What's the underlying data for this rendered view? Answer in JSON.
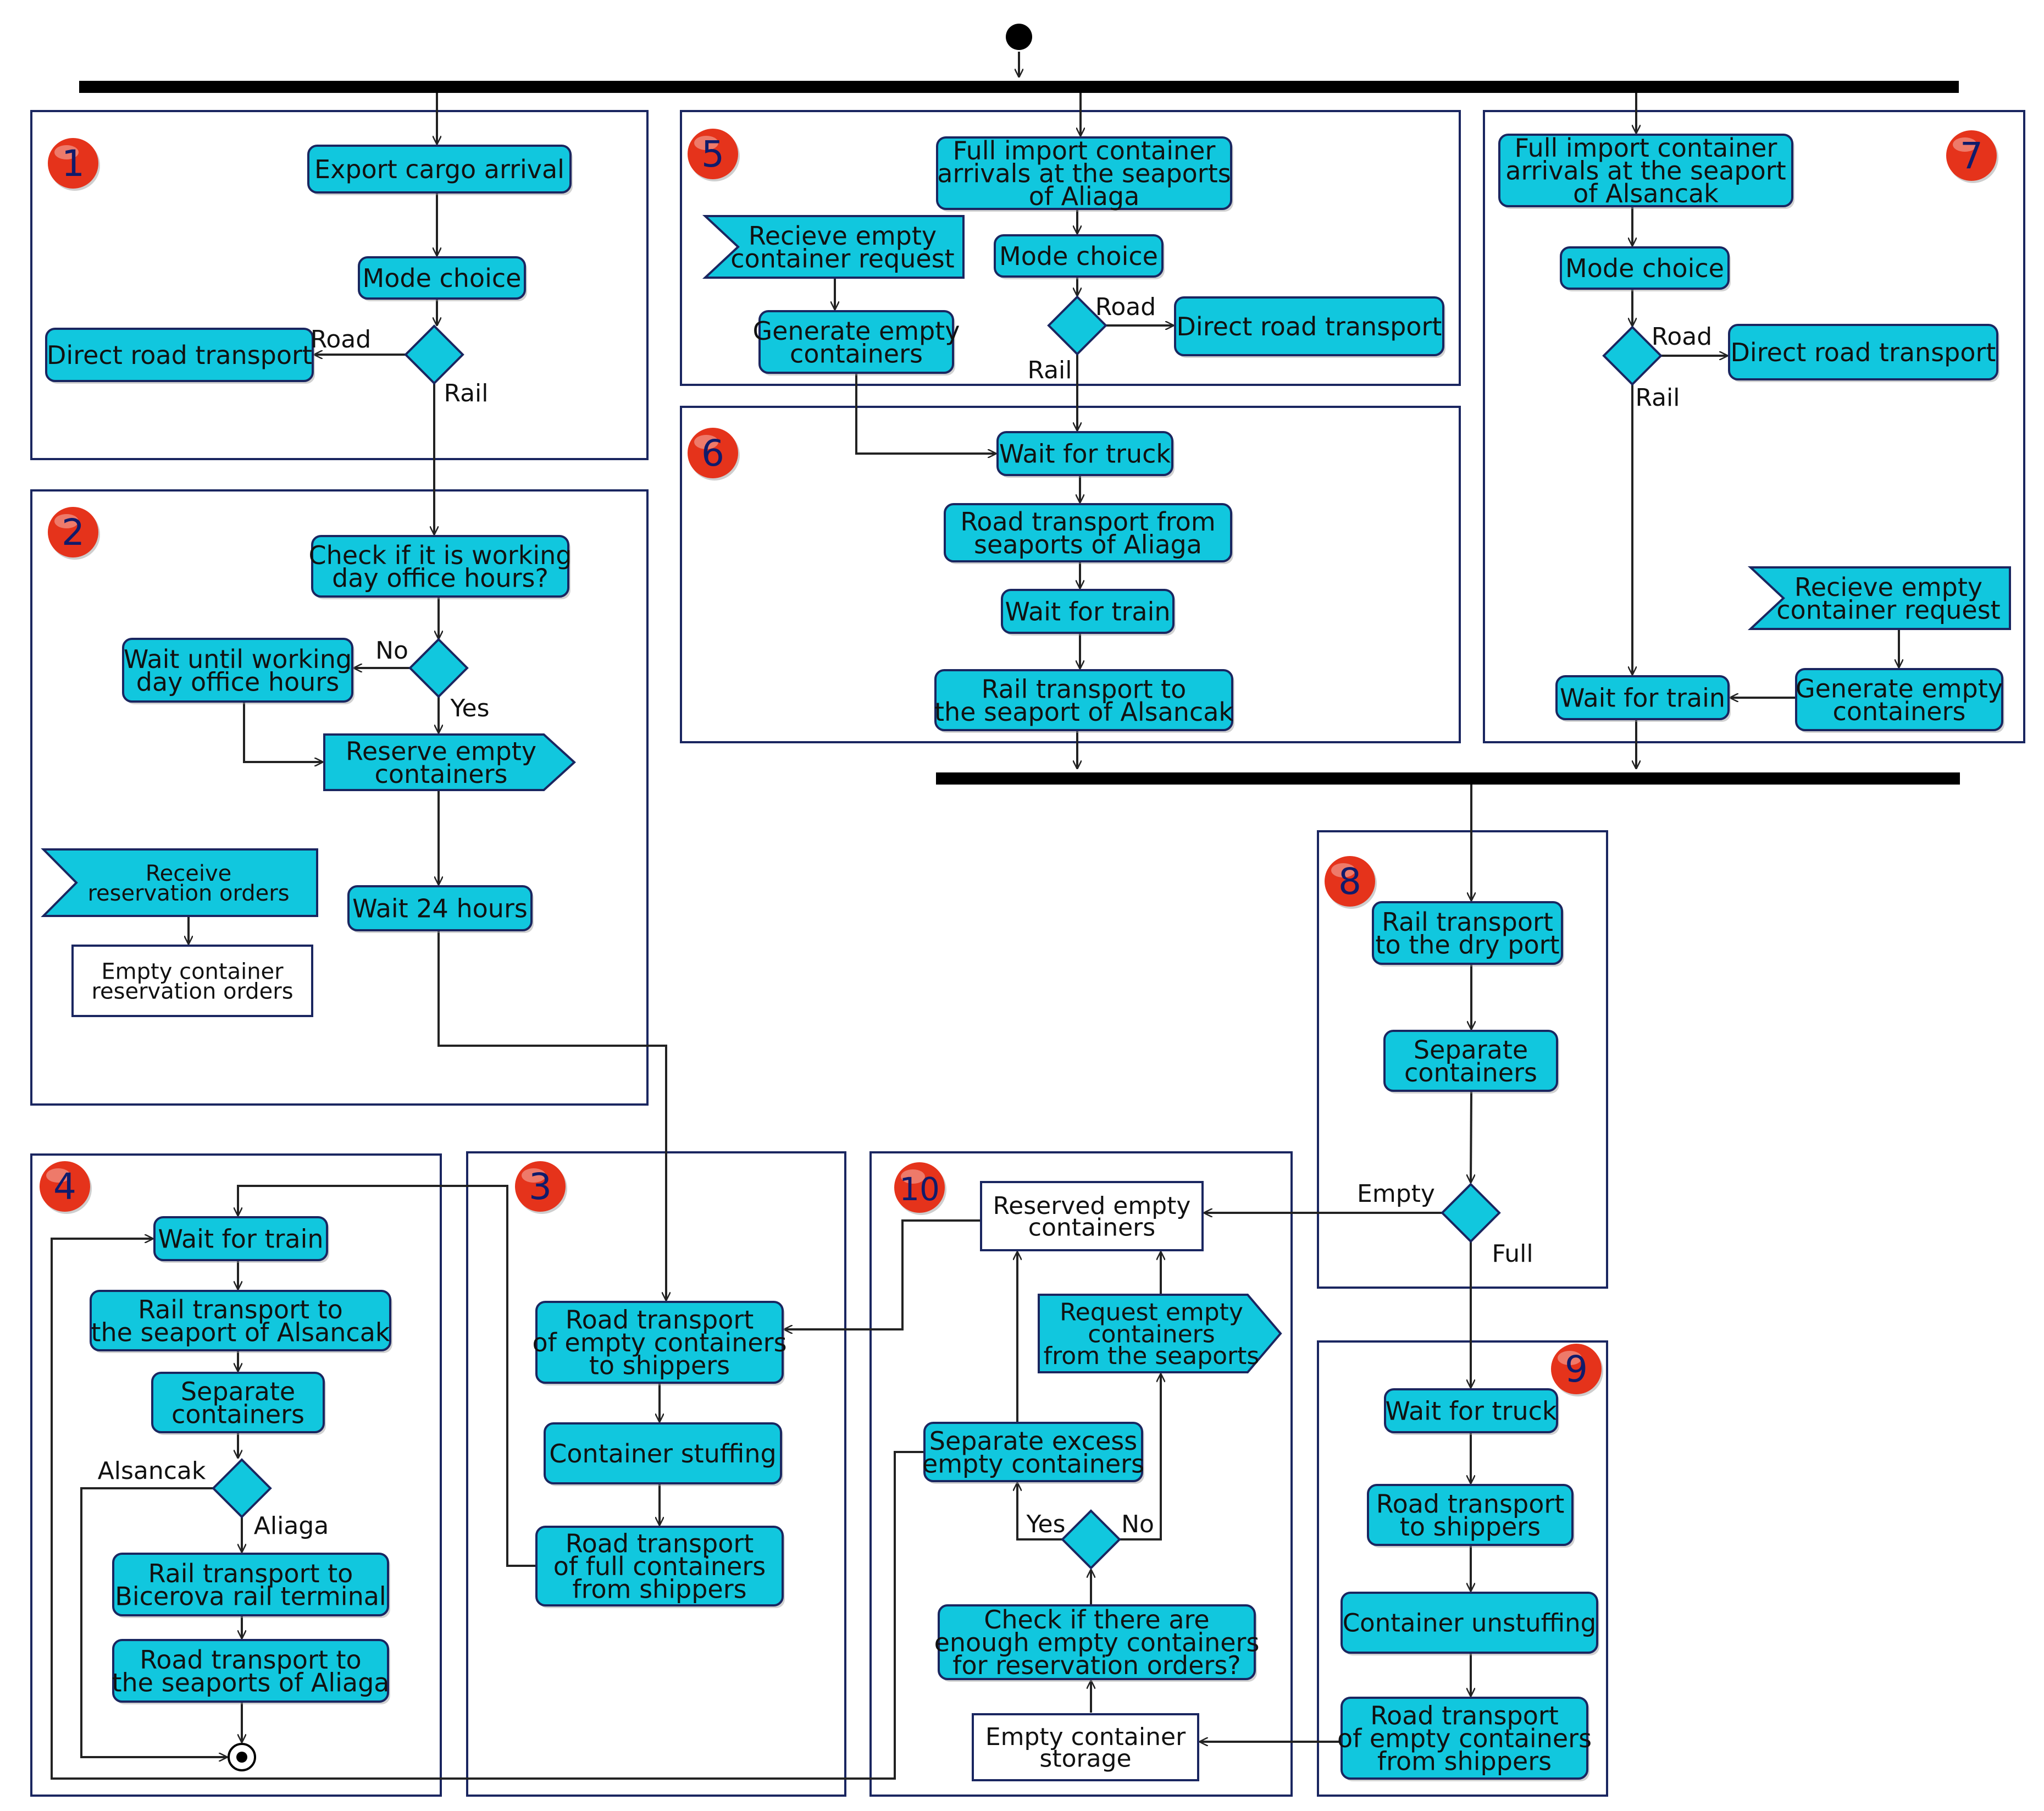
{
  "colors": {
    "activity_fill": "#11C7DE",
    "activity_stroke": "#1A2660",
    "line": "#222222",
    "badge_red": "#E5331B",
    "badge_text": "#101B6B",
    "white": "#FFFFFF"
  },
  "partitions": [
    {
      "id": "p1",
      "number": "1"
    },
    {
      "id": "p2",
      "number": "2"
    },
    {
      "id": "p3",
      "number": "3"
    },
    {
      "id": "p4",
      "number": "4"
    },
    {
      "id": "p5",
      "number": "5"
    },
    {
      "id": "p6",
      "number": "6"
    },
    {
      "id": "p7",
      "number": "7"
    },
    {
      "id": "p8",
      "number": "8"
    },
    {
      "id": "p9",
      "number": "9"
    },
    {
      "id": "p10",
      "number": "10"
    }
  ],
  "nodes": {
    "n1_export_arrival": [
      "Export cargo arrival"
    ],
    "n1_mode_choice": [
      "Mode choice"
    ],
    "n1_direct_road": [
      "Direct road transport"
    ],
    "n2_check_hours": [
      "Check if it is working",
      "day office hours?"
    ],
    "n2_wait_until": [
      "Wait until working",
      "day office hours"
    ],
    "n2_reserve": [
      "Reserve empty",
      "containers"
    ],
    "n2_receive_orders": [
      "Receive",
      "reservation orders"
    ],
    "n2_reservation_orders": [
      "Empty container",
      "reservation orders"
    ],
    "n2_wait24": [
      "Wait 24 hours"
    ],
    "n3_road_empty": [
      "Road transport",
      "of empty containers",
      "to shippers"
    ],
    "n3_stuffing": [
      "Container stuffing"
    ],
    "n3_road_full": [
      "Road transport",
      "of full containers",
      "from shippers"
    ],
    "n4_wait_train": [
      "Wait for train"
    ],
    "n4_rail_alsancak": [
      "Rail transport to",
      "the seaport of Alsancak"
    ],
    "n4_separate": [
      "Separate",
      "containers"
    ],
    "n4_rail_bicerova": [
      "Rail transport to",
      "Bicerova rail terminal"
    ],
    "n4_road_aliaga": [
      "Road transport to",
      "the seaports of Aliaga"
    ],
    "n5_full_import": [
      "Full import container",
      "arrivals at the seaports",
      "of Aliaga"
    ],
    "n5_recieve_request": [
      "Recieve empty",
      "container request"
    ],
    "n5_mode_choice": [
      "Mode choice"
    ],
    "n5_direct_road": [
      "Direct road transport"
    ],
    "n5_generate": [
      "Generate empty",
      "containers"
    ],
    "n6_wait_truck": [
      "Wait for truck"
    ],
    "n6_road_from": [
      "Road transport from",
      "seaports of Aliaga"
    ],
    "n6_wait_train": [
      "Wait for train"
    ],
    "n6_rail_alsancak": [
      "Rail transport to",
      "the seaport of Alsancak"
    ],
    "n7_full_import": [
      "Full import container",
      "arrivals at the seaport",
      "of Alsancak"
    ],
    "n7_mode_choice": [
      "Mode choice"
    ],
    "n7_direct_road": [
      "Direct road transport"
    ],
    "n7_recieve_request": [
      "Recieve empty",
      "container request"
    ],
    "n7_wait_train": [
      "Wait for train"
    ],
    "n7_generate": [
      "Generate empty",
      "containers"
    ],
    "n8_rail_dry": [
      "Rail transport",
      "to the dry port"
    ],
    "n8_separate": [
      "Separate",
      "containers"
    ],
    "n9_wait_truck": [
      "Wait for truck"
    ],
    "n9_road_shippers": [
      "Road transport",
      "to  shippers"
    ],
    "n9_unstuffing": [
      "Container unstuffing"
    ],
    "n9_road_empty_from": [
      "Road transport",
      "of empty containers",
      "from shippers"
    ],
    "n10_reserved": [
      "Reserved empty",
      "containers"
    ],
    "n10_request": [
      "Request empty",
      "containers",
      "from the seaports"
    ],
    "n10_separate_excess": [
      "Separate excess",
      "empty containers"
    ],
    "n10_check_enough": [
      "Check if there are",
      "enough empty containers",
      "for reservation orders?"
    ],
    "n10_storage": [
      "Empty container",
      "storage"
    ]
  },
  "labels": {
    "l1_road": "Road",
    "l1_rail": "Rail",
    "l2_no": "No",
    "l2_yes": "Yes",
    "l4_alsancak": "Alsancak",
    "l4_aliaga": "Aliaga",
    "l5_road": "Road",
    "l5_rail": "Rail",
    "l7_road": "Road",
    "l7_rail": "Rail",
    "l8_empty": "Empty",
    "l8_full": "Full",
    "l10_yes": "Yes",
    "l10_no": "No"
  }
}
